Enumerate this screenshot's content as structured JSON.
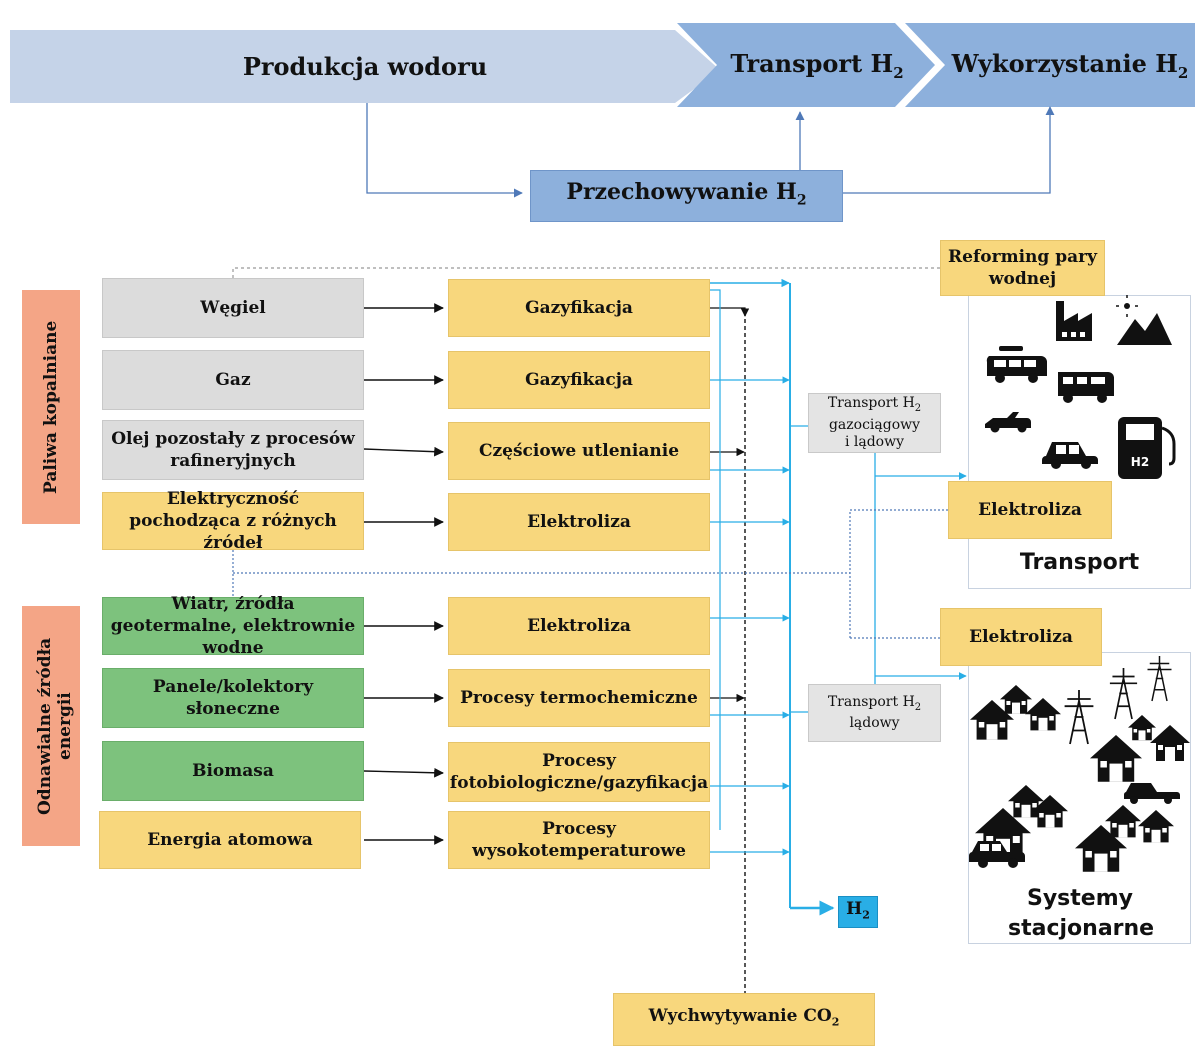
{
  "top": {
    "production": "Produkcja wodoru",
    "transport": "Transport H",
    "utilization": "Wykorzystanie H",
    "storage": "Przechowywanie H",
    "sub2": "2"
  },
  "categories": {
    "fossil": "Paliwa kopalniane",
    "renewable": "Odnawialne źródła energii"
  },
  "sources": [
    "Węgiel",
    "Gaz",
    "Olej pozostały z procesów rafineryjnych",
    "Elektryczność pochodząca z różnych źródeł",
    "Wiatr, źródła geotermalne, elektrownie wodne",
    "Panele/kolektory słoneczne",
    "Biomasa",
    "Energia atomowa"
  ],
  "processes": [
    "Gazyfikacja",
    "Gazyfikacja",
    "Częściowe utlenianie",
    "Elektroliza",
    "Elektroliza",
    "Procesy termochemiczne",
    "Procesy fotobiologiczne/gazyfikacja",
    "Procesy wysokotemperaturowe"
  ],
  "transport_boxes": {
    "pipeline_line1": "Transport H",
    "pipeline_line2": "gazociągowy",
    "pipeline_line3": "i lądowy",
    "land_line1": "Transport H",
    "land_line2": "lądowy"
  },
  "right": {
    "steam_reforming": "Reforming pary wodnej",
    "electrolysis_transport": "Elektroliza",
    "transport_label": "Transport",
    "electrolysis_stationary": "Elektroliza",
    "stationary_label": "Systemy stacjonarne",
    "pump_label": "H2"
  },
  "h2_output": "H",
  "co2_capture": "Wychwytywanie CO",
  "colors": {
    "banner_light": "#c5d3e8",
    "banner_dark": "#8db0dc",
    "arrow_blue": "#29aee6",
    "line_blue": "#4f79b8",
    "fossil_grey": "#dcdcdc",
    "yellow": "#f8d77d",
    "green": "#7dc27d",
    "orange": "#f4a586"
  }
}
